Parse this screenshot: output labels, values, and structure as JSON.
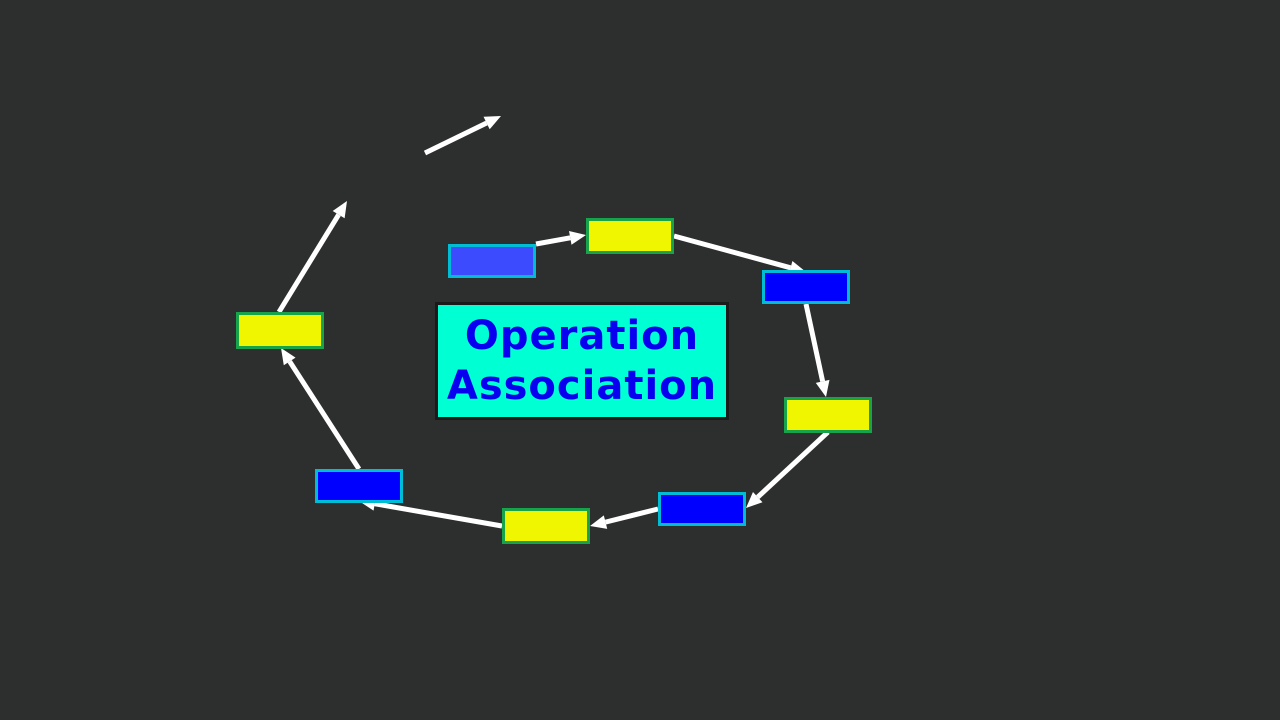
{
  "title": {
    "lines": [
      "Operation",
      "Association"
    ]
  },
  "colors": {
    "background": "#2d2e2e",
    "title_fill": "#00ffd2",
    "title_text": "#0a00f0",
    "title_border": "#1a1a1a",
    "yellow_fill": "#f0f500",
    "yellow_border": "#16a34a",
    "blue_fill": "#0000ff",
    "blue_border": "#00bcd4",
    "start_fill": "#3d4bff",
    "arrow": "#ffffff"
  },
  "nodes": [
    {
      "id": "start",
      "kind": "start"
    },
    {
      "id": "n1",
      "kind": "yellow"
    },
    {
      "id": "n2",
      "kind": "blue"
    },
    {
      "id": "n3",
      "kind": "yellow"
    },
    {
      "id": "n4",
      "kind": "blue"
    },
    {
      "id": "n5",
      "kind": "yellow"
    },
    {
      "id": "n6",
      "kind": "blue"
    },
    {
      "id": "n7",
      "kind": "yellow"
    }
  ],
  "edges": [
    {
      "from": "start",
      "to": "n1"
    },
    {
      "from": "n1",
      "to": "n2"
    },
    {
      "from": "n2",
      "to": "n3"
    },
    {
      "from": "n3",
      "to": "n4"
    },
    {
      "from": "n4",
      "to": "n5"
    },
    {
      "from": "n5",
      "to": "n6"
    },
    {
      "from": "n6",
      "to": "n7"
    },
    {
      "from": "n7",
      "to": "open-end-1"
    },
    {
      "from": "open-start-2",
      "to": "open-end-2"
    }
  ]
}
